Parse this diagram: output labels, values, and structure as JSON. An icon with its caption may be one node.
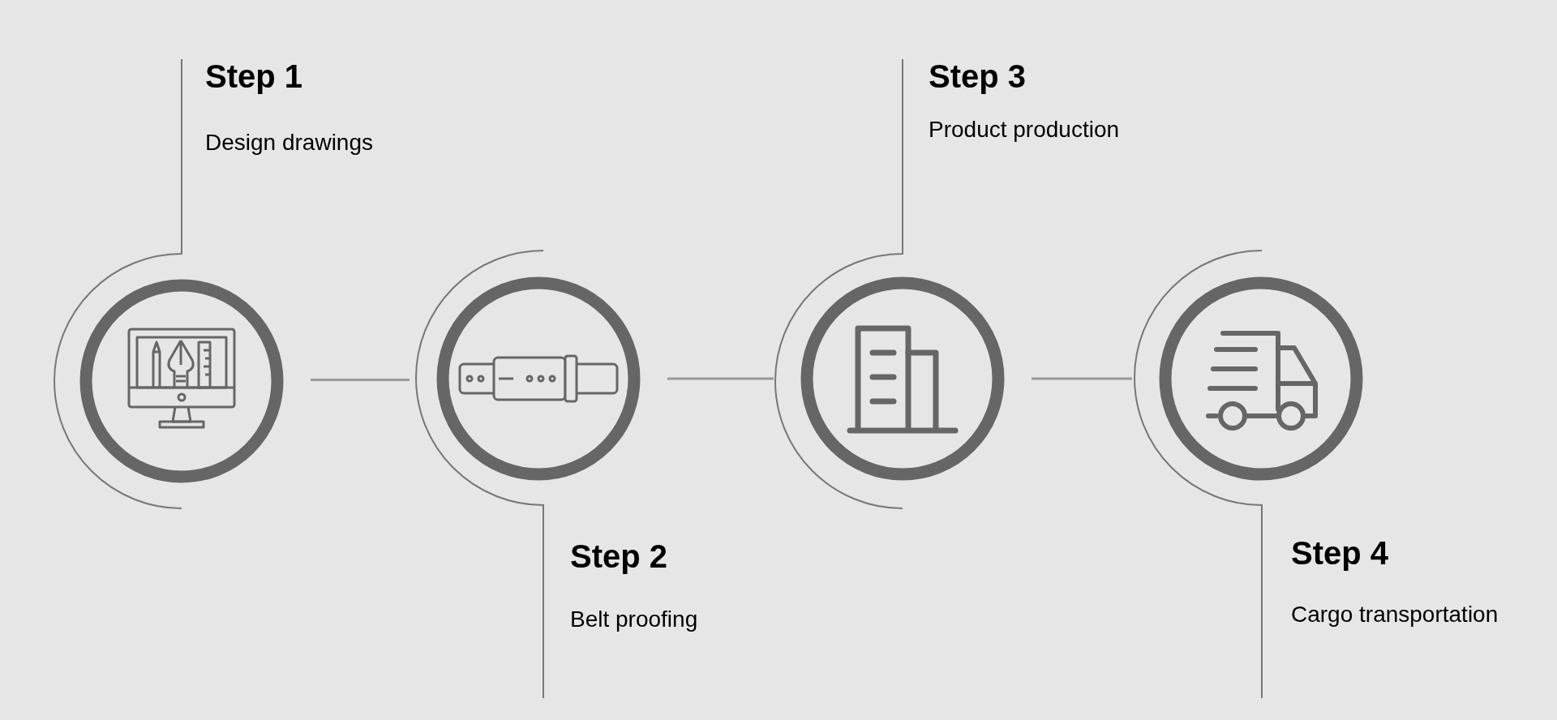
{
  "diagram": {
    "nodes": [
      {
        "text": [],
        "shape": "circle"
      },
      {
        "text": [],
        "shape": "circle"
      },
      {
        "text": [],
        "shape": "circle"
      },
      {
        "text": [],
        "shape": "circle"
      }
    ],
    "edges": [
      {
        "from": 0,
        "to": 1,
        "arrow": "none"
      },
      {
        "from": 1,
        "to": 2,
        "arrow": "none"
      },
      {
        "from": 2,
        "to": 3,
        "arrow": "none"
      }
    ],
    "labels": [
      "Step 1",
      "Design drawings",
      "Step 2",
      "Belt proofing",
      "Step 3",
      "Product production",
      "Step 4",
      "Cargo transportation"
    ]
  }
}
